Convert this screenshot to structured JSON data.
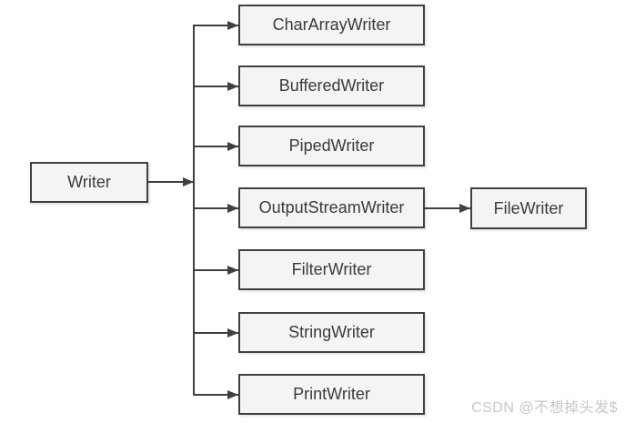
{
  "diagram": {
    "title_semantic": "Java Writer class hierarchy",
    "root": {
      "label": "Writer"
    },
    "children": [
      {
        "label": "CharArrayWriter"
      },
      {
        "label": "BufferedWriter"
      },
      {
        "label": "PipedWriter"
      },
      {
        "label": "OutputStreamWriter"
      },
      {
        "label": "FilterWriter"
      },
      {
        "label": "StringWriter"
      },
      {
        "label": "PrintWriter"
      }
    ],
    "grandchildren": [
      {
        "label": "FileWriter",
        "parent_label": "OutputStreamWriter"
      }
    ],
    "edges": [
      {
        "from": "Writer",
        "to": "CharArrayWriter"
      },
      {
        "from": "Writer",
        "to": "BufferedWriter"
      },
      {
        "from": "Writer",
        "to": "PipedWriter"
      },
      {
        "from": "Writer",
        "to": "OutputStreamWriter"
      },
      {
        "from": "Writer",
        "to": "FilterWriter"
      },
      {
        "from": "Writer",
        "to": "StringWriter"
      },
      {
        "from": "Writer",
        "to": "PrintWriter"
      },
      {
        "from": "OutputStreamWriter",
        "to": "FileWriter"
      }
    ]
  },
  "watermark": {
    "text": "CSDN @不想掉头发$"
  },
  "colors": {
    "background": "#ffffff",
    "box_fill": "#f4f4f4",
    "box_border": "#404040",
    "line": "#404040",
    "text": "#3a3a3a",
    "watermark": "#c7c7c7"
  }
}
